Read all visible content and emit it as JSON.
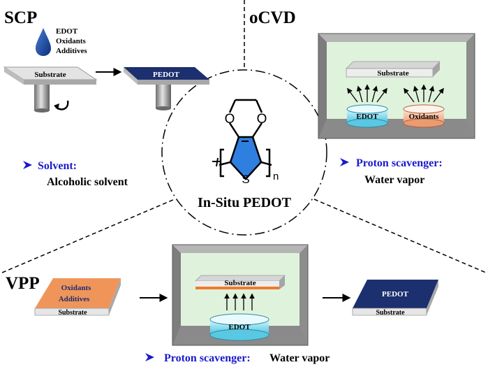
{
  "sections": {
    "scp": {
      "title": "SCP",
      "drop_labels": [
        "EDOT",
        "Oxidants",
        "Additives"
      ],
      "substrate_label": "Substrate",
      "pedot_label": "PEDOT",
      "bullet_title": "Solvent:",
      "bullet_text": "Alcoholic solvent"
    },
    "ocvd": {
      "title": "oCVD",
      "substrate_label": "Substrate",
      "edot_label": "EDOT",
      "oxidants_label": "Oxidants",
      "bullet_title": "Proton scavenger:",
      "bullet_text": "Water vapor"
    },
    "center": {
      "title": "In-Situ PEDOT",
      "atom_o": "O",
      "atom_s": "S",
      "subscript": "n"
    },
    "vpp": {
      "title": "VPP",
      "film_labels": [
        "Oxidants",
        "Additives"
      ],
      "substrate_label": "Substrate",
      "chamber_substrate_label": "Substrate",
      "edot_label": "EDOT",
      "pedot_label": "PEDOT",
      "result_substrate_label": "Substrate",
      "bullet_title": "Proton scavenger:",
      "bullet_text": "Water vapor"
    }
  },
  "colors": {
    "pedot_blue": "#1c2f6e",
    "accent_blue": "#1a1acc",
    "oxidant_orange": "#f0955a",
    "chamber_interior": "#dff3dc",
    "chamber_wall": "#9a9a9a",
    "thiophene_blue": "#2f7fe0",
    "dish_cyan": "#6fd3e8"
  },
  "icons": [
    "drop-icon",
    "rotate-arrow-icon",
    "bullet-arrow-icon"
  ]
}
